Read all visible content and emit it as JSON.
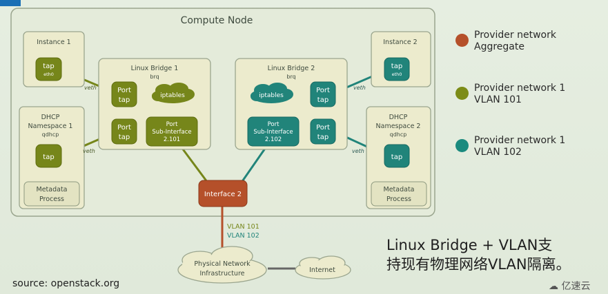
{
  "compute_node": {
    "title": "Compute Node"
  },
  "instance1": {
    "title": "Instance 1",
    "tap": "tap",
    "eth": "eth0"
  },
  "instance2": {
    "title": "Instance 2",
    "tap": "tap",
    "eth": "eth0"
  },
  "dhcp1": {
    "title_line1": "DHCP",
    "title_line2": "Namespace 1",
    "ns": "qdhcp",
    "tap": "tap",
    "meta_line1": "Metadata",
    "meta_line2": "Process"
  },
  "dhcp2": {
    "title_line1": "DHCP",
    "title_line2": "Namespace 2",
    "ns": "qdhcp",
    "tap": "tap",
    "meta_line1": "Metadata",
    "meta_line2": "Process"
  },
  "bridge1": {
    "title": "Linux Bridge 1",
    "brq": "brq",
    "port_line1": "Port",
    "port_line2": "tap",
    "iptables": "iptables",
    "sub_line1": "Port",
    "sub_line2": "Sub-Interface",
    "sub_line3": "2.101"
  },
  "bridge2": {
    "title": "Linux Bridge 2",
    "brq": "brq",
    "port_line1": "Port",
    "port_line2": "tap",
    "iptables": "iptables",
    "sub_line1": "Port",
    "sub_line2": "Sub-Interface",
    "sub_line3": "2.102"
  },
  "veth_label": "veth",
  "interface2": {
    "label": "Interface 2"
  },
  "vlan": {
    "a": "VLAN 101",
    "b": "VLAN 102"
  },
  "physical": {
    "line1": "Physical Network",
    "line2": "Infrastructure"
  },
  "internet": {
    "label": "Internet"
  },
  "legend": [
    {
      "line1": "Provider network",
      "line2": "Aggregate",
      "color": "#b5502a"
    },
    {
      "line1": "Provider network 1",
      "line2": "VLAN 101",
      "color": "#7c8c17"
    },
    {
      "line1": "Provider network 1",
      "line2": "VLAN 102",
      "color": "#1a8a7e"
    }
  ],
  "caption": {
    "line1": "Linux Bridge + VLAN支",
    "line2": "持现有物理网络VLAN隔离。"
  },
  "source": "source: openstack.org",
  "watermark": "亿速云",
  "colors": {
    "olive": "#76861a",
    "teal": "#21847a",
    "orange": "#b5502a",
    "panel": "#ecebcd",
    "node_bg": "#e2ead9"
  }
}
